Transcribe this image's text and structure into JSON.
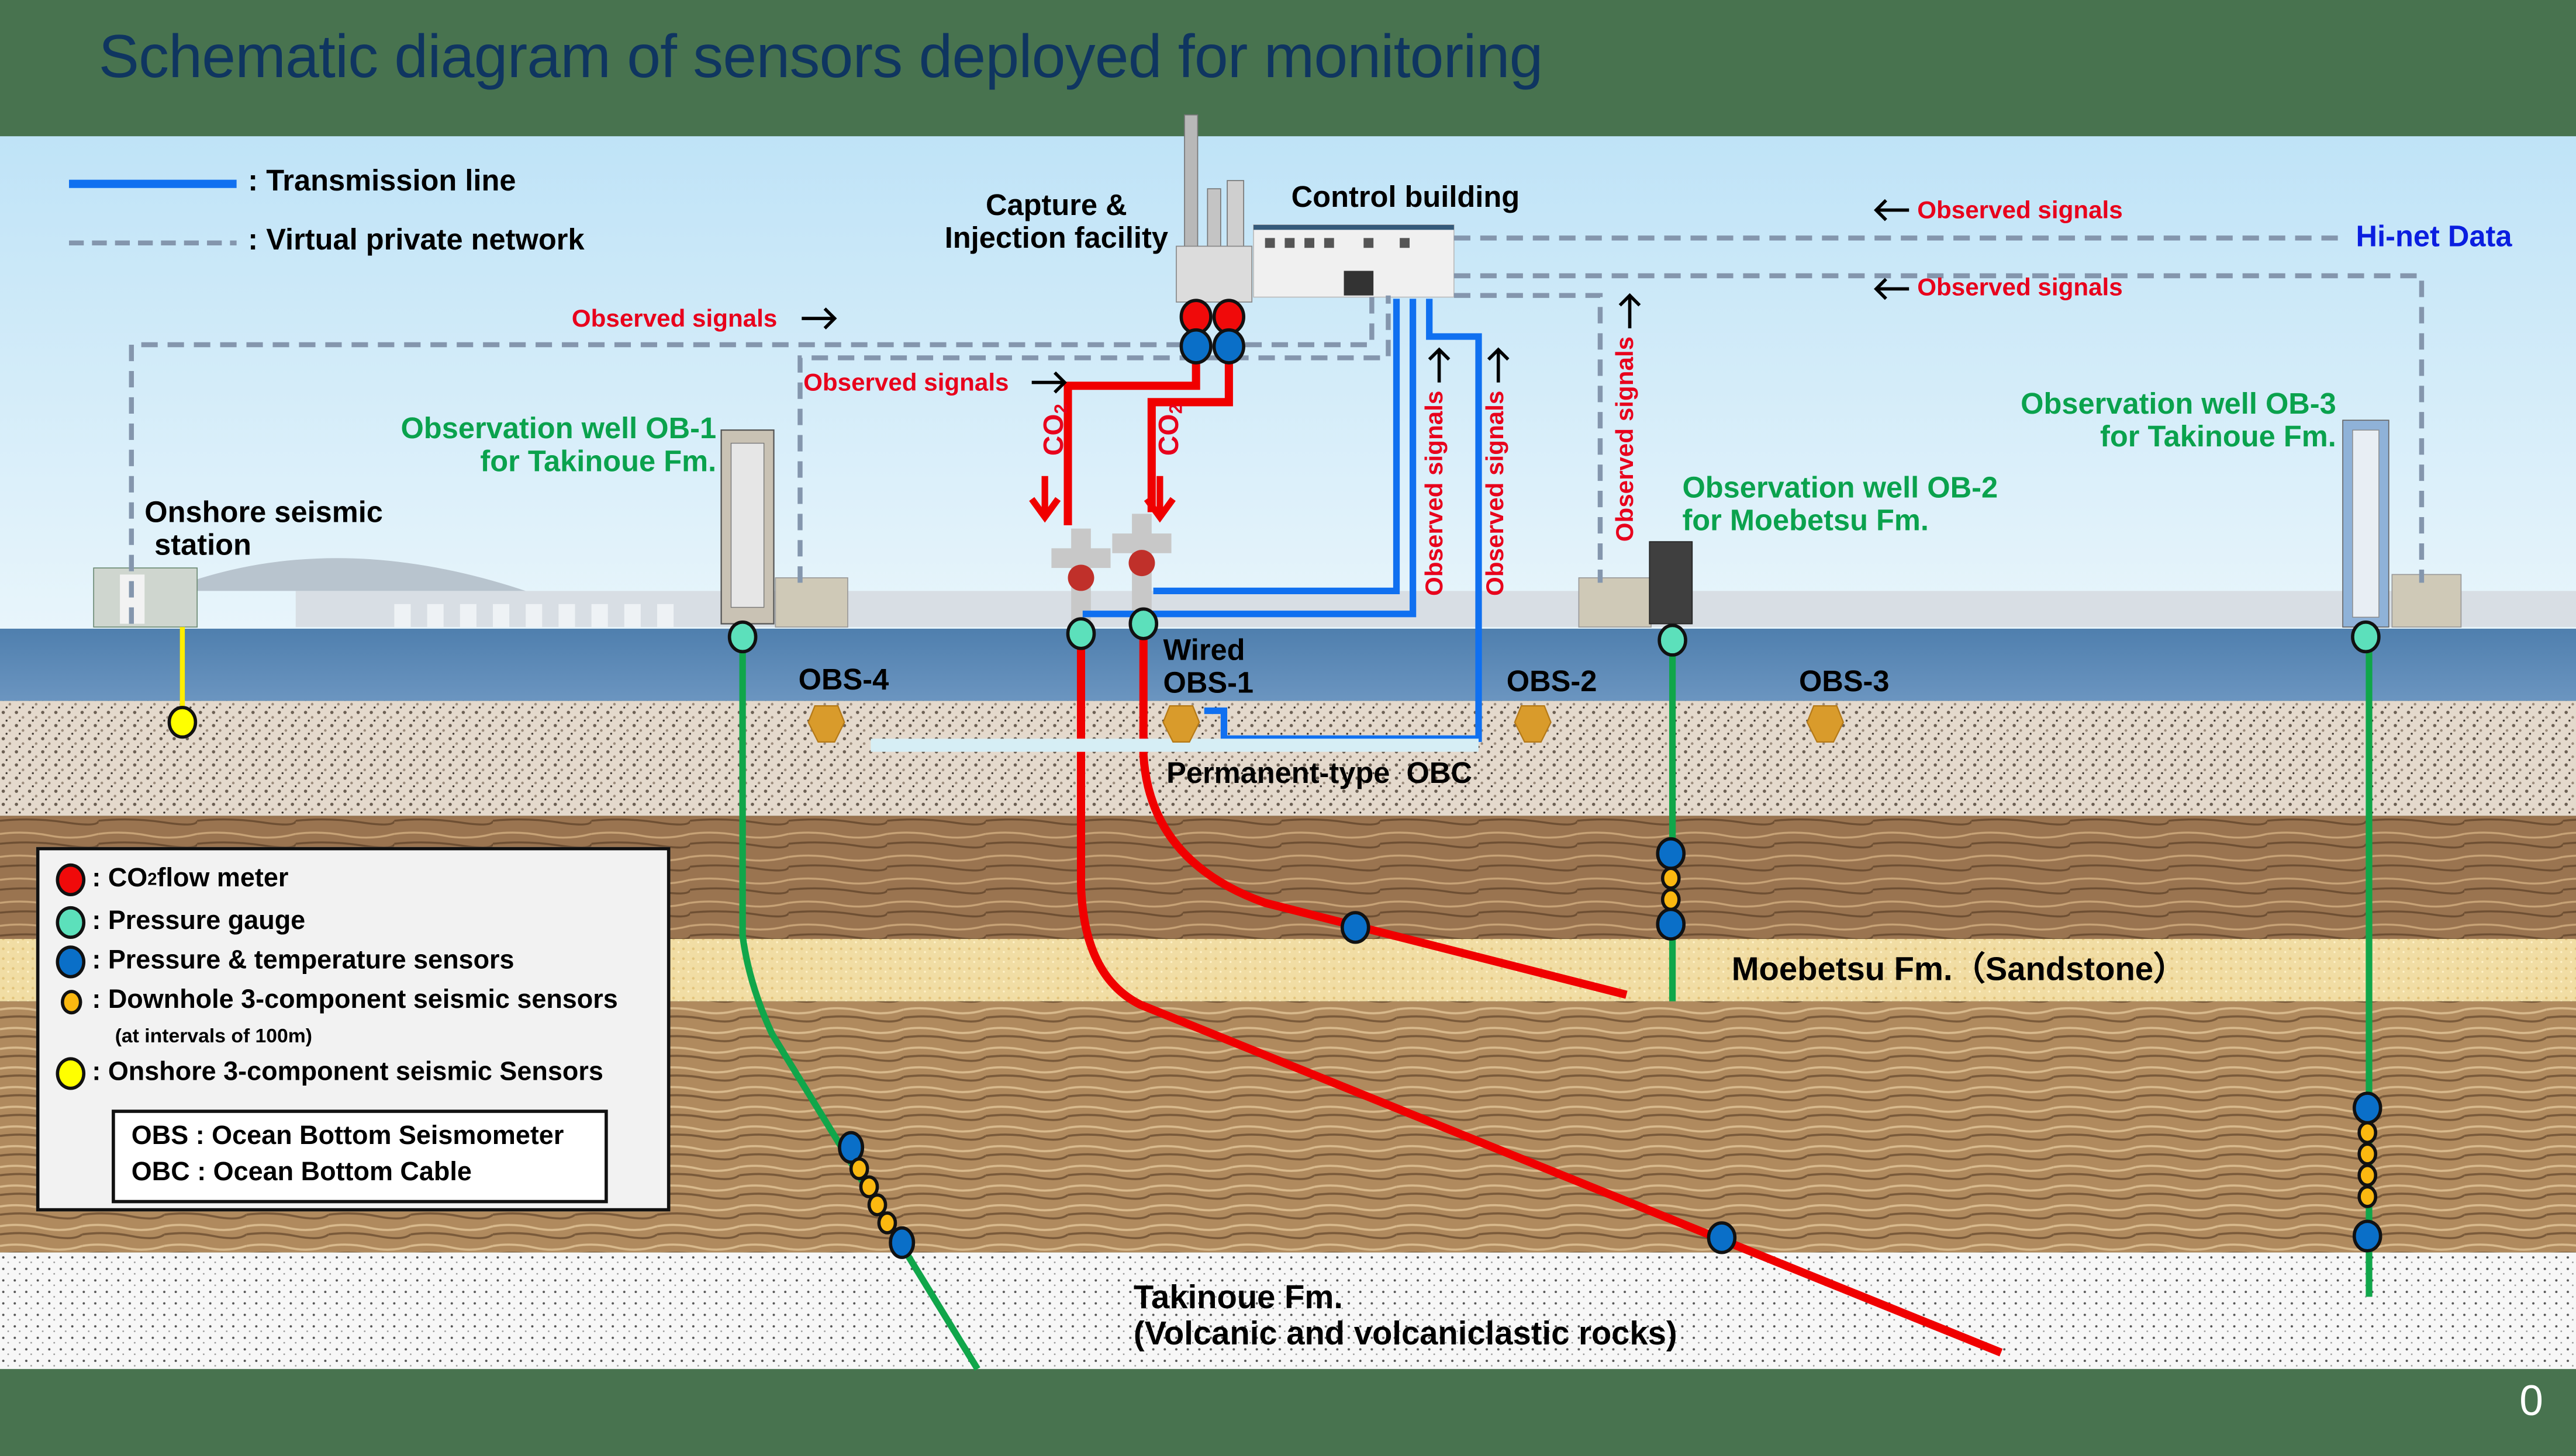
{
  "title": "Schematic diagram of sensors deployed for monitoring",
  "page_number": "0",
  "line_legend": {
    "transmission": ": Transmission line",
    "vpn": ": Virtual private network"
  },
  "facilities": {
    "capture_line1": "Capture &",
    "capture_line2": "Injection facility",
    "control_building": "Control building",
    "onshore_station_line1": "Onshore seismic",
    "onshore_station_line2": "station",
    "hinet": "Hi-net Data"
  },
  "signals": {
    "observed": "Observed signals",
    "co2": "CO",
    "co2_sub": "2"
  },
  "wells": {
    "ob1_line1": "Observation well OB-1",
    "ob1_line2": "for Takinoue Fm.",
    "ob2_line1": "Observation well OB-2",
    "ob2_line2": "for Moebetsu Fm.",
    "ob3_line1": "Observation well OB-3",
    "ob3_line2": "for Takinoue Fm."
  },
  "obs": {
    "obs4": "OBS-4",
    "wired": "Wired",
    "obs1": "OBS-1",
    "obs2": "OBS-2",
    "obs3": "OBS-3",
    "obc": "Permanent-type  OBC"
  },
  "formations": {
    "moebetsu": "Moebetsu Fm.（Sandstone）",
    "takinoue_line1": "Takinoue Fm.",
    "takinoue_line2": "(Volcanic and volcaniclastic rocks)"
  },
  "legend": {
    "items": [
      {
        "label_pre": ": CO",
        "label_sub": "2",
        "label_post": " flow meter",
        "color": "#f00a0a"
      },
      {
        "label": ": Pressure gauge",
        "color": "#5ce0bb"
      },
      {
        "label": ": Pressure & temperature sensors",
        "color": "#0a6fc8"
      },
      {
        "label": ": Downhole 3-component seismic sensors",
        "color": "#fbb810"
      },
      {
        "label": "(at intervals of 100m)"
      },
      {
        "label": ": Onshore 3-component seismic Sensors",
        "color": "#ffff00"
      }
    ],
    "abbr_obs": "OBS : Ocean Bottom Seismometer",
    "abbr_obc": "OBC : Ocean Bottom Cable"
  },
  "colors": {
    "transmission": "#1070f0",
    "vpn": "#8496ad",
    "co2_pipe": "#f00000",
    "well_line": "#10a64a",
    "signal_text": "#e8001c",
    "hinet_text": "#0a1ee0",
    "title": "#0f3560",
    "frame": "#48734f"
  }
}
